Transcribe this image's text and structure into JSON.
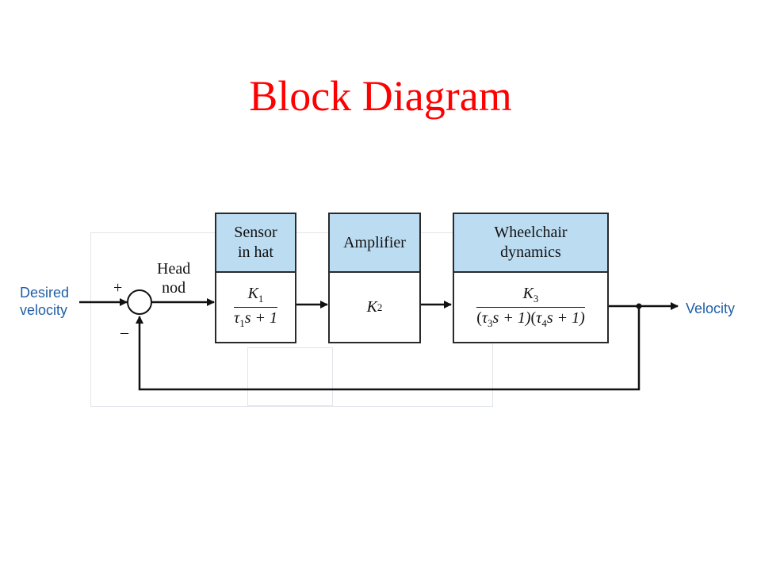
{
  "title": "Block Diagram",
  "input_label": "Desired\nvelocity",
  "output_label": "Velocity",
  "summing": {
    "plus": "+",
    "minus": "–"
  },
  "head_nod_label": "Head\nnod",
  "blocks": {
    "sensor": {
      "name": "Sensor\nin hat",
      "num_sym": "K",
      "num_sub": "1",
      "den_tau": "τ",
      "den_tau_sub": "1",
      "den_rest": "s + 1"
    },
    "amplifier": {
      "name": "Amplifier",
      "sym": "K",
      "sub": "2"
    },
    "wheelchair": {
      "name": "Wheelchair\ndynamics",
      "num_sym": "K",
      "num_sub": "3",
      "den_a_open": "(",
      "den_a_tau": "τ",
      "den_a_sub": "3",
      "den_a_rest": "s + 1)",
      "den_b_open": "(",
      "den_b_tau": "τ",
      "den_b_sub": "4",
      "den_b_rest": "s + 1)"
    }
  },
  "colors": {
    "title": "#ff0000",
    "io_labels": "#1f5fa8",
    "block_header": "#bcdcf2",
    "lines": "#111111"
  }
}
